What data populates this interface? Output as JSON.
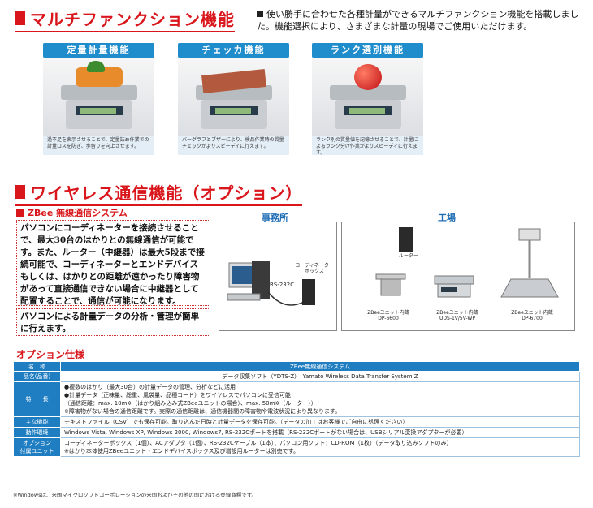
{
  "section1": {
    "title": "マルチファンクション機能",
    "intro": "使い勝手に合わせた各種計量ができるマルチファンクション機能を搭載しました。機能選択により、さまざまな計量の現場でご使用いただけます。",
    "cards": [
      {
        "title": "定量計量機能",
        "caption": "過不足を表示させることで、定量詰め作業での計量ロスを防ぎ、歩留りを向上させます。"
      },
      {
        "title": "チェッカ機能",
        "caption": "バーグラフとブザーにより、検品作業時の質量チェックがよりスピーディに行えます。"
      },
      {
        "title": "ランク選別機能",
        "caption": "ランク別の質量値を記憶させることで、計量によるランク分け作業がよりスピーディに行えます。"
      }
    ]
  },
  "section2": {
    "title": "ワイヤレス通信機能（オプション）",
    "subhead": "ZBee 無線通信システム",
    "body1": "パソコンにコーディネーターを接続させることで、最大30台のはかりとの無線通信が可能です。また、ルーター（中継器）は最大5段まで接続可能で、コーディネーターとエンドデバイスもしくは、はかりとの距離が遠かったり障害物があって直接通信できない場合に中継器として配置することで、通信が可能になります。",
    "body2": "パソコンによる計量データの分析・管理が簡単に行えます。",
    "office": {
      "label": "事務所",
      "coordinator": "コーディネーター\nボックス",
      "rs232c": "RS-232C"
    },
    "factory": {
      "label": "工場",
      "router": "ルーター",
      "devices": [
        {
          "label": "ZBeeユニット内蔵\nDP-6600"
        },
        {
          "label": "ZBeeユニット内蔵\nUDS-1V/5V-WP"
        },
        {
          "label": "ZBeeユニット内蔵\nDP-6700"
        }
      ]
    }
  },
  "spec": {
    "title": "オプション仕様",
    "header_name": "名　称",
    "header_value": "ZBee無線通信システム",
    "rows": [
      {
        "key": "品名(品番)",
        "value": "データ収集ソフト（YDTS-Z）　Yamato Wireless Data Transfer System Z",
        "center": true
      },
      {
        "key": "特　　長",
        "lines": [
          "●複数のはかり（最大30台）の計量データの管理、分析などに活用",
          "●計量データ（正味量、総重、風袋量、品種コード）をワイヤレスでパソコンに受信可能",
          "（通信距離：max. 10m※（はかり組み込み式ZBeeユニットの場合）、max. 50m※（ルーター））",
          "※障害物がない場合の通信距離です。実際の通信距離は、通信機器間の障害物や電波状況により異なります。"
        ]
      },
      {
        "key": "主な機能",
        "value": "テキストファイル（CSV）でも保存可能。取り込んだ日時と計量データを保存可能。（データの加工はお客様でご自由に処理ください）"
      },
      {
        "key": "動作環境",
        "value": "Windows Vista, Windows XP, Windows 2000, Windows7, RS-232Cポートを搭載（RS-232Cポートがない場合は、USBシリアル変換アダプターが必要）"
      },
      {
        "key": "オプション\n付属ユニット",
        "lines": [
          "コーディネーターボックス（1個）、ACアダプタ（1個）、RS-232Cケーブル（1本）、パソコン用ソフト：CD-ROM（1枚）（データ取り込みソフトのみ）",
          "※はかり本体使用ZBeeユニット・エンドデバイスボックス及び増設用ルーターは別売です。"
        ]
      }
    ]
  },
  "footnote": "※Windowsは、米国マイクロソフトコーポレーションの米国およびその他の国における登録商標です。"
}
